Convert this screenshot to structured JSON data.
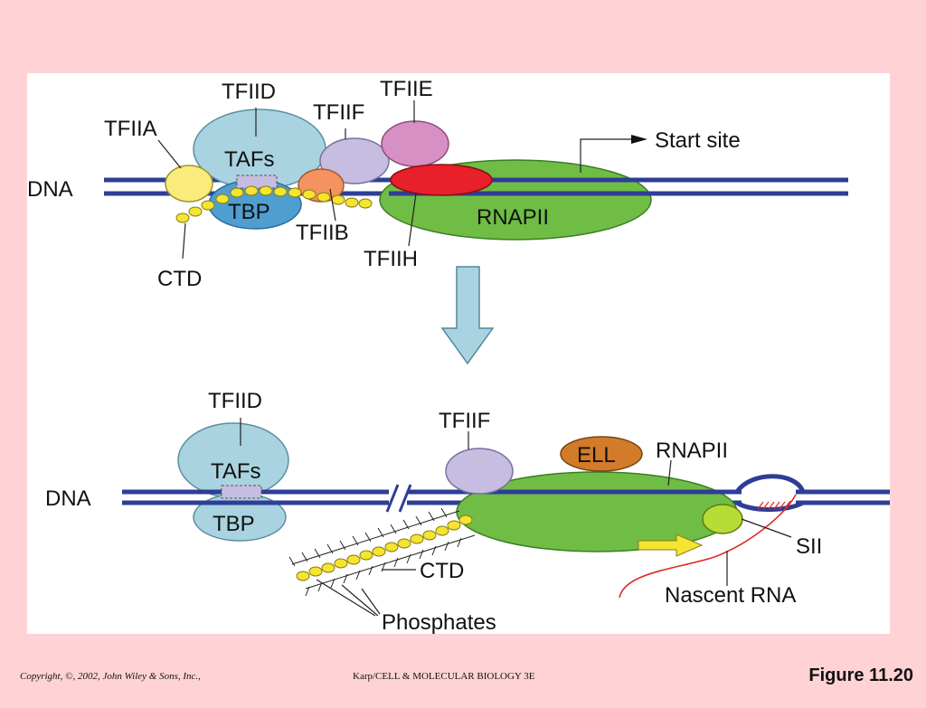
{
  "top": {
    "labels": {
      "tfiid": "TFIID",
      "tfiie": "TFIIE",
      "tfiif": "TFIIF",
      "tfiia": "TFIIA",
      "tafs": "TAFs",
      "start_site": "Start site",
      "dna": "DNA",
      "tbp": "TBP",
      "rnapii": "RNAPII",
      "tfiib": "TFIIB",
      "tfiih": "TFIIH",
      "ctd": "CTD"
    }
  },
  "bottom": {
    "labels": {
      "tfiid": "TFIID",
      "tfiif": "TFIIF",
      "ell": "ELL",
      "rnapii": "RNAPII",
      "tafs": "TAFs",
      "dna": "DNA",
      "tbp": "TBP",
      "sii": "SII",
      "ctd": "CTD",
      "nascent_rna": "Nascent RNA",
      "phosphates": "Phosphates"
    }
  },
  "footer": {
    "copyright": "Copyright, ©, 2002, John Wiley & Sons, Inc.,",
    "book": "Karp/CELL & MOLECULAR BIOLOGY 3E",
    "figure": "Figure 11.20"
  },
  "colors": {
    "background": "#ffd3d6",
    "dna": "#2e3d96",
    "tfiid": "#a9d3e0",
    "tbp": "#4f9ed0",
    "tfiia": "#f9ec7d",
    "tfiif": "#c6bde0",
    "tfiie": "#d690c4",
    "tfiib": "#f4935f",
    "tfiih": "#e8202a",
    "rnapii": "#6fbd45",
    "ell": "#d27b2a",
    "sii": "#b6dc35",
    "ctd": "#f5e430",
    "rna": "#e12727",
    "arrow": "#a9d3e0"
  }
}
